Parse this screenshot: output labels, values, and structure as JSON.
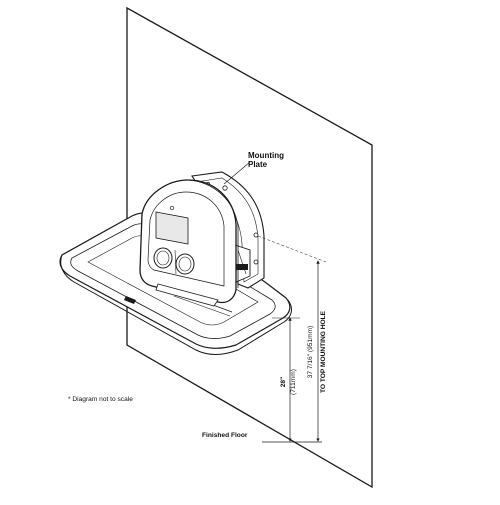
{
  "labels": {
    "mounting_plate_line1": "Mounting",
    "mounting_plate_line2": "Plate",
    "note": "* Diagram not to scale",
    "floor": "Finished Floor",
    "dim_28_line1": "28\"",
    "dim_28_line2": "(711mm)",
    "dim_37_line1": "37 7/16\" (951mm)",
    "dim_37_line2": "TO TOP MOUNTING HOLE"
  },
  "colors": {
    "line": "#1a1a1a",
    "wall": "#ffffff",
    "screen": "#e8e8e8"
  }
}
